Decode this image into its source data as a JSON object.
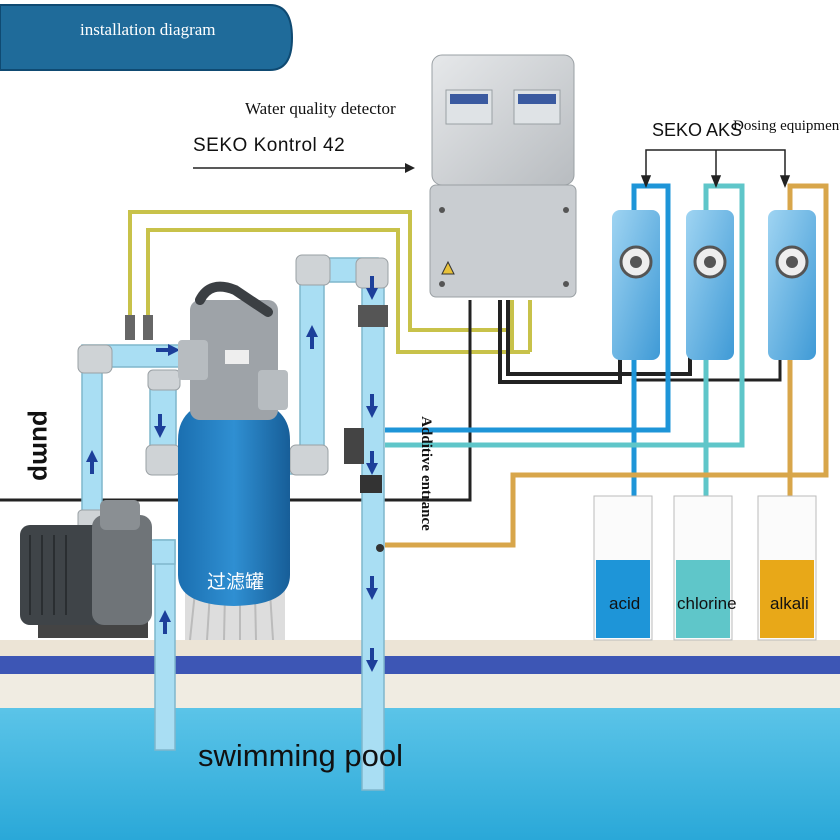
{
  "banner": {
    "title": "installation diagram"
  },
  "detector": {
    "label": "Water quality detector",
    "model": "SEKO Kontrol 42"
  },
  "dosing": {
    "brand": "SEKO AKS",
    "label": "Dosing equipment"
  },
  "pump": {
    "label": "pump"
  },
  "additive": {
    "label": "Additive entrance"
  },
  "filter": {
    "label": "过滤罐"
  },
  "tanks": [
    {
      "label": "acid",
      "color": "#1e95d8"
    },
    {
      "label": "chlorine",
      "color": "#5fc6c9"
    },
    {
      "label": "alkali",
      "color": "#e8a818"
    }
  ],
  "pool": {
    "label": "swimming pool",
    "color": "#3fb5df"
  },
  "colors": {
    "banner": "#1f6b9a",
    "pipe": "#9fd9f0",
    "signal_cable": "#c8c24a",
    "alkali_line": "#d8a64a"
  }
}
